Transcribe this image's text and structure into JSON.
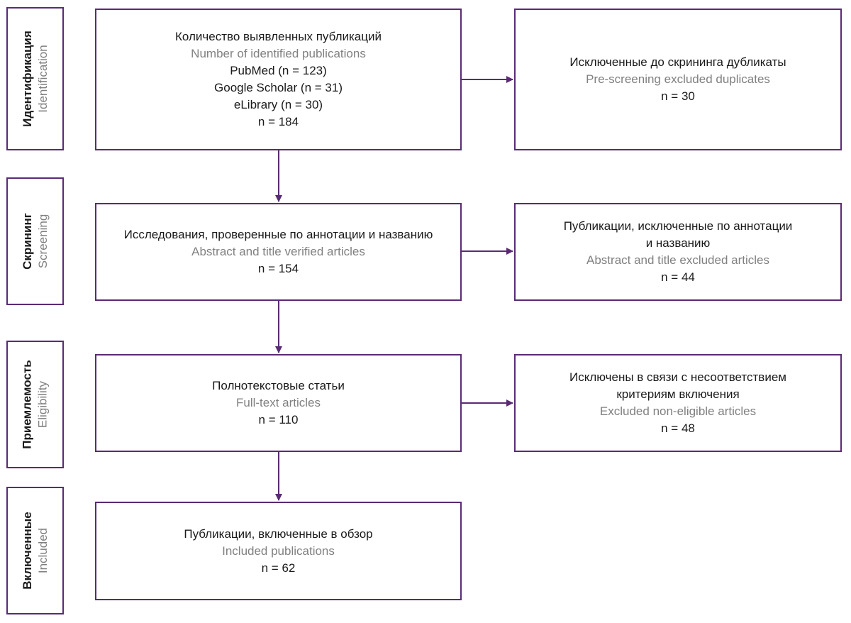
{
  "colors": {
    "border": "#5b2a74",
    "text": "#1a1a1a",
    "english_text": "#808080"
  },
  "stages": [
    {
      "ru": "Идентификация",
      "en": "Identification"
    },
    {
      "ru": "Скрининг",
      "en": "Screening"
    },
    {
      "ru": "Приемлемость",
      "en": "Eligibility"
    },
    {
      "ru": "Включенные",
      "en": "Included"
    }
  ],
  "identification": {
    "ru": "Количество выявленных публикаций",
    "en": "Number of identified publications",
    "sources": [
      "PubMed (n = 123)",
      "Google Scholar (n = 31)",
      "eLibrary (n = 30)"
    ],
    "n": "n = 184"
  },
  "duplicates": {
    "ru": "Исключенные до скрининга дубликаты",
    "en": "Pre-screening excluded duplicates",
    "n": "n = 30"
  },
  "screening": {
    "ru": "Исследования, проверенные по аннотации и названию",
    "en": "Abstract and title verified articles",
    "n": "n = 154"
  },
  "screening_excluded": {
    "ru_line1": "Публикации, исключенные по аннотации",
    "ru_line2": "и названию",
    "en": "Abstract and title excluded articles",
    "n": "n = 44"
  },
  "eligibility": {
    "ru": "Полнотекстовые статьи",
    "en": "Full-text articles",
    "n": "n = 110"
  },
  "eligibility_excluded": {
    "ru_line1": "Исключены в связи с несоответствием",
    "ru_line2": "критериям включения",
    "en": "Excluded non-eligible articles",
    "n": "n = 48"
  },
  "included": {
    "ru": "Публикации, включенные в обзор",
    "en": "Included publications",
    "n": "n = 62"
  }
}
